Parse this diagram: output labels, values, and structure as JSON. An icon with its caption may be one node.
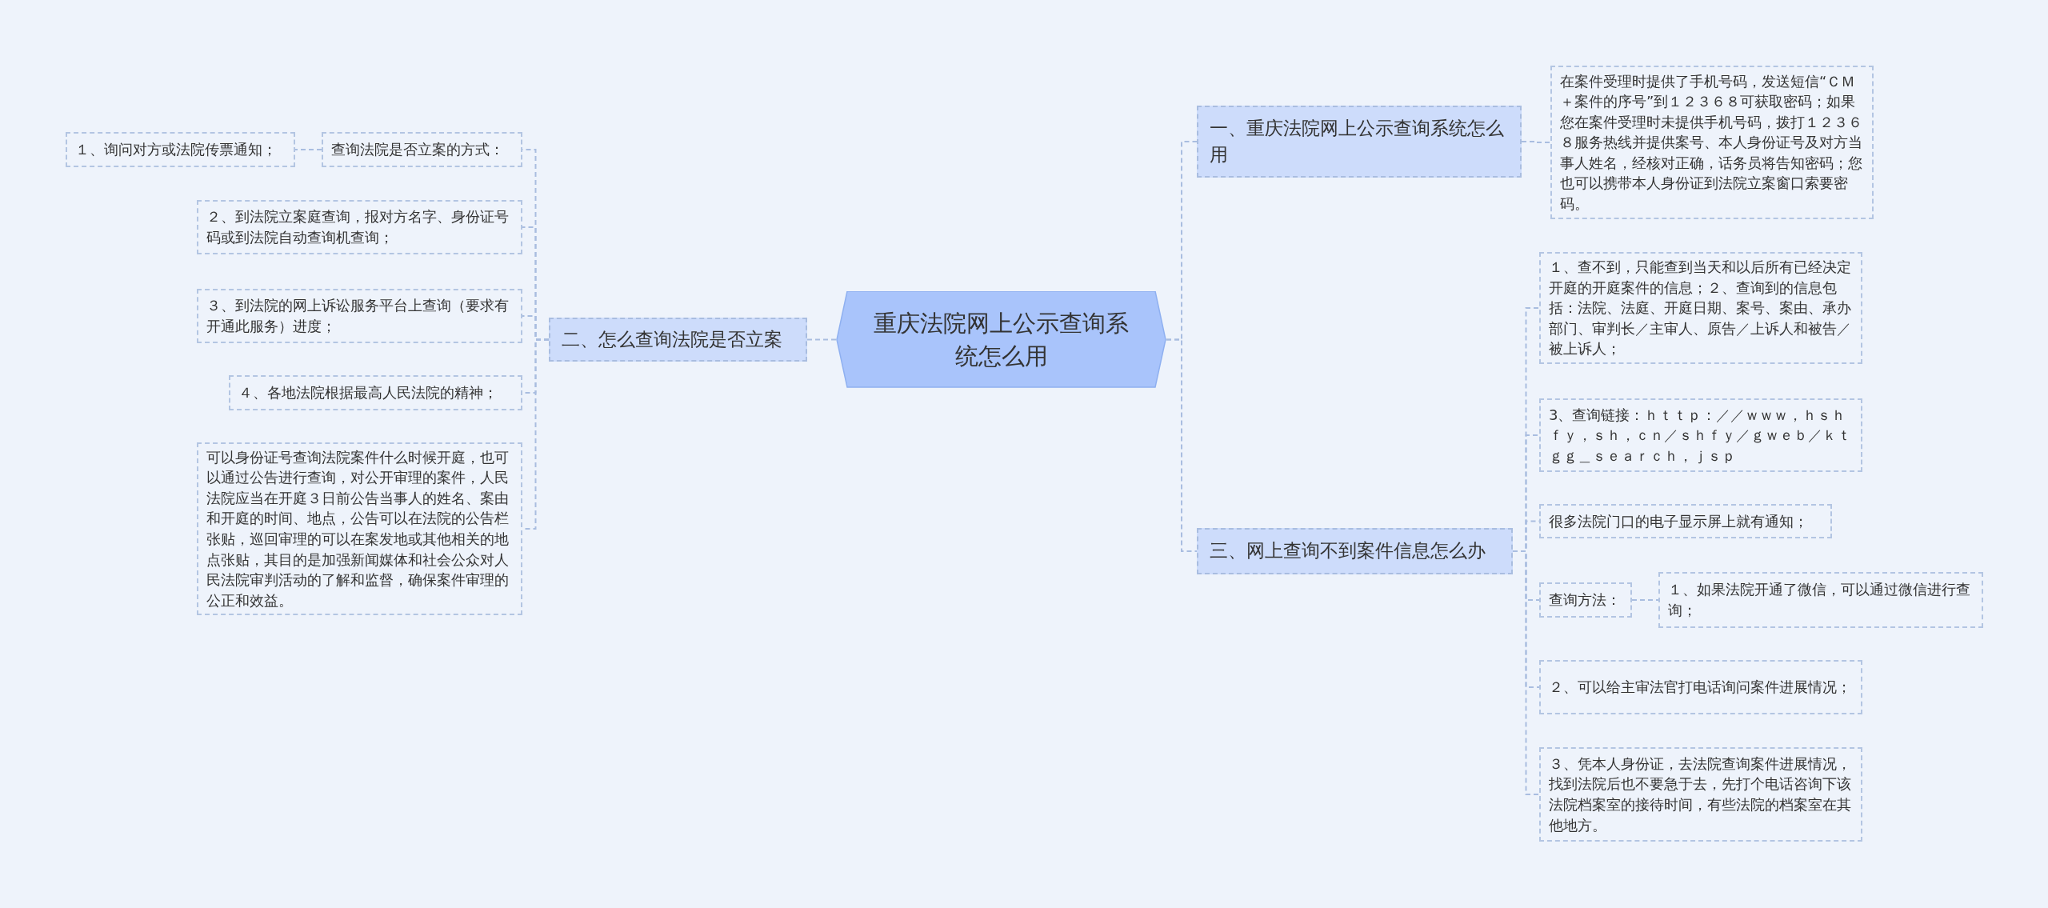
{
  "diagram": {
    "nodes": [
      {
        "text": [
          "重庆法院网上公示查询系统怎么用"
        ]
      },
      {
        "text": [
          "一、重庆法院网上公示查询系统怎么用"
        ]
      },
      {
        "text": [
          "在案件受理时提供了手机号码，发送短信“ＣＭ＋案件的序号”到１２３６８可获取密码；如果您在案件受理时未提供手机号码，拨打１２３６８服务热线并提供案号、本人身份证号及对方当事人姓名，经核对正确，话务员将告知密码；您也可以携带本人身份证到法院立案窗口索要密码。"
        ]
      },
      {
        "text": [
          "二、怎么查询法院是否立案"
        ]
      },
      {
        "text": [
          "查询法院是否立案的方式："
        ]
      },
      {
        "text": [
          "１、询问对方或法院传票通知；"
        ]
      },
      {
        "text": [
          "２、到法院立案庭查询，报对方名字、身份证号码或到法院自动查询机查询；"
        ]
      },
      {
        "text": [
          "３、到法院的网上诉讼服务平台上查询（要求有开通此服务）进度；"
        ]
      },
      {
        "text": [
          "４、各地法院根据最高人民法院的精神；"
        ]
      },
      {
        "text": [
          "可以身份证号查询法院案件什么时候开庭，也可以通过公告进行查询，对公开审理的案件，人民法院应当在开庭３日前公告当事人的姓名、案由和开庭的时间、地点，公告可以在法院的公告栏张贴，巡回审理的可以在案发地或其他相关的地点张贴，其目的是加强新闻媒体和社会公众对人民法院审判活动的了解和监督，确保案件审理的公正和效益。"
        ]
      },
      {
        "text": [
          "三、网上查询不到案件信息怎么办"
        ]
      },
      {
        "text": [
          "１、查不到，只能查到当天和以后所有已经决定开庭的开庭案件的信息；２、查询到的信息包括：法院、法庭、开庭日期、案号、案由、承办部门、审判长／主审人、原告／上诉人和被告／被上诉人；"
        ]
      },
      {
        "text": [
          "3、查询链接：ｈｔｔｐ：／／ｗｗｗ，ｈｓｈｆｙ，ｓｈ，ｃｎ／ｓｈｆｙ／ｇｗｅｂ／ｋｔｇｇ＿ｓｅａｒｃｈ，ｊｓｐ"
        ]
      },
      {
        "text": [
          "很多法院门口的电子显示屏上就有通知；"
        ]
      },
      {
        "text": [
          "查询方法："
        ]
      },
      {
        "text": [
          "１、如果法院开通了微信，可以通过微信进行查询；"
        ]
      },
      {
        "text": [
          "２、可以给主审法官打电话询问案件进展情况；"
        ]
      },
      {
        "text": [
          "３、凭本人身份证，去法院查询案件进展情况，找到法院后也不要急于去，先打个电话咨询下该法院档案室的接待时间，有些法院的档案室在其他地方。"
        ]
      }
    ],
    "edges": [
      {
        "from": 0,
        "to": 1,
        "arrow": "none"
      },
      {
        "from": 1,
        "to": 2,
        "arrow": "none"
      },
      {
        "from": 0,
        "to": 3,
        "arrow": "none"
      },
      {
        "from": 3,
        "to": 4,
        "arrow": "none"
      },
      {
        "from": 4,
        "to": 5,
        "arrow": "none"
      },
      {
        "from": 3,
        "to": 6,
        "arrow": "none"
      },
      {
        "from": 3,
        "to": 7,
        "arrow": "none"
      },
      {
        "from": 3,
        "to": 8,
        "arrow": "none"
      },
      {
        "from": 3,
        "to": 9,
        "arrow": "none"
      },
      {
        "from": 0,
        "to": 10,
        "arrow": "none"
      },
      {
        "from": 10,
        "to": 11,
        "arrow": "none"
      },
      {
        "from": 10,
        "to": 12,
        "arrow": "none"
      },
      {
        "from": 10,
        "to": 13,
        "arrow": "none"
      },
      {
        "from": 10,
        "to": 14,
        "arrow": "none"
      },
      {
        "from": 14,
        "to": 15,
        "arrow": "none"
      },
      {
        "from": 10,
        "to": 16,
        "arrow": "none"
      },
      {
        "from": 10,
        "to": 17,
        "arrow": "none"
      }
    ]
  }
}
